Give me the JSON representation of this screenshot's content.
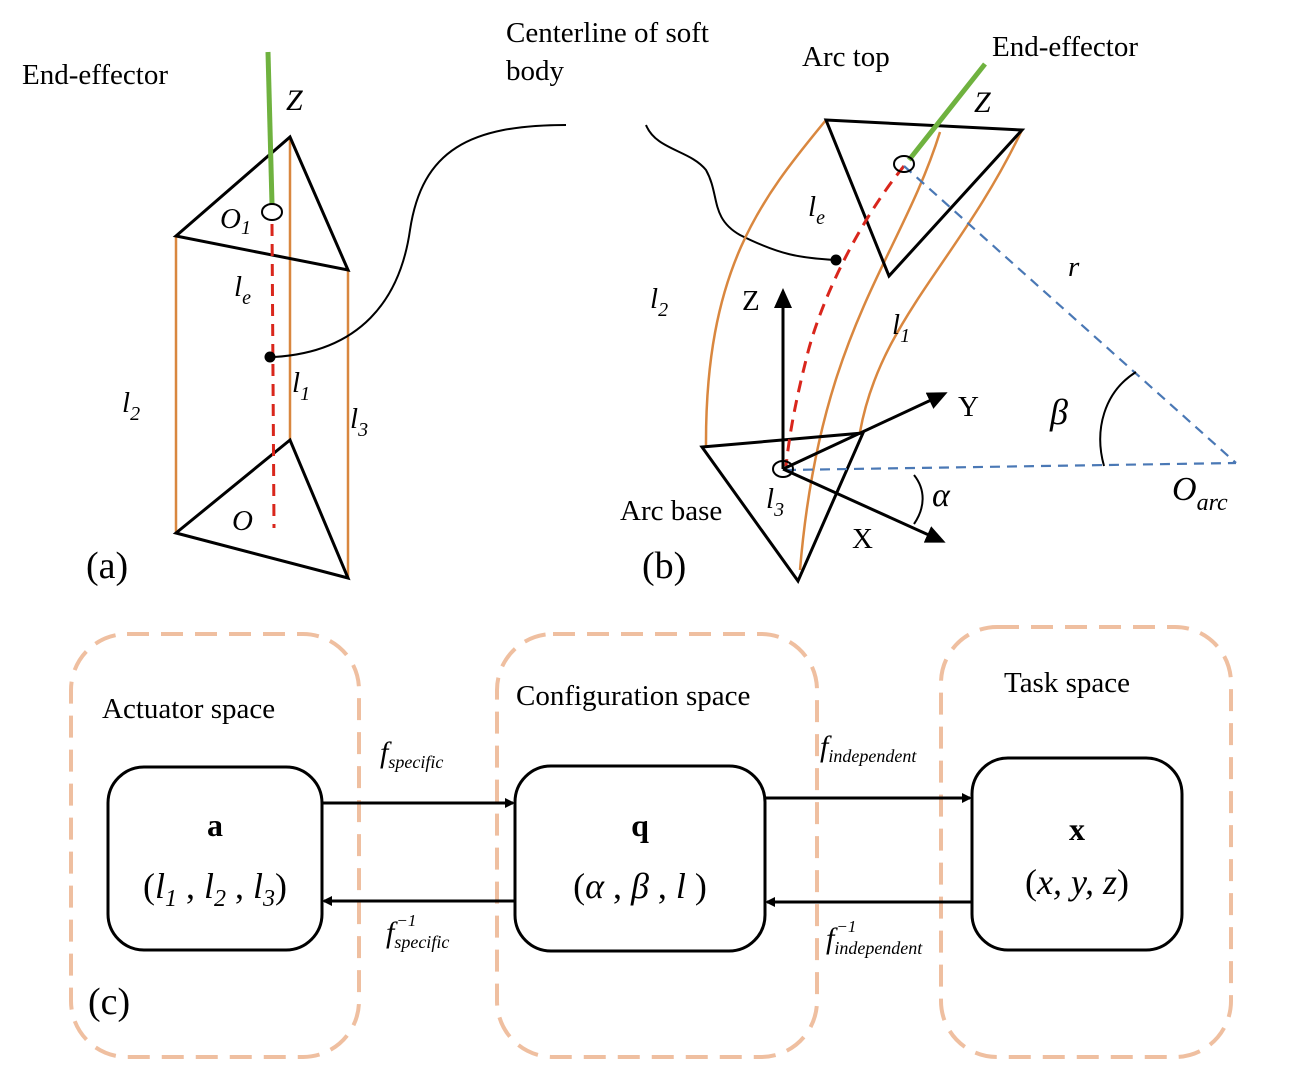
{
  "panel_a": {
    "tag": "(a)",
    "end_effector": "End-effector",
    "z": "Z",
    "o1": "O",
    "o1_sub": "1",
    "le": "l",
    "le_sub": "e",
    "l1": "l",
    "l1_sub": "1",
    "l2": "l",
    "l2_sub": "2",
    "l3": "l",
    "l3_sub": "3",
    "o": "O"
  },
  "centerline_label": [
    "Centerline of soft",
    "body"
  ],
  "panel_b": {
    "tag": "(b)",
    "arc_top": "Arc top",
    "end_effector": "End-effector",
    "z_top": "Z",
    "le": "l",
    "le_sub": "e",
    "r": "r",
    "l2": "l",
    "l2_sub": "2",
    "l1": "l",
    "l1_sub": "1",
    "axis_z": "Z",
    "axis_y": "Y",
    "axis_x": "X",
    "beta": "β",
    "alpha": "α",
    "arc_base": "Arc base",
    "l3": "l",
    "l3_sub": "3",
    "o_arc": "O",
    "o_arc_sub": "arc"
  },
  "panel_c": {
    "tag": "(c)",
    "spaces": [
      {
        "title": "Actuator space",
        "symbol": "a",
        "tuple": [
          "(",
          "l",
          "1",
          " , ",
          "l",
          "2",
          " , ",
          "l",
          "3",
          ")"
        ]
      },
      {
        "title": "Configuration space",
        "symbol": "q",
        "tuple": [
          "(",
          "α",
          " , ",
          "β",
          " , ",
          "l",
          " )"
        ]
      },
      {
        "title": "Task space",
        "symbol": "x",
        "tuple": [
          "(",
          "x, y, z",
          ")"
        ]
      }
    ],
    "arrows": {
      "f_specific": "f",
      "f_specific_sub": "specific",
      "f_specific_inv": "f",
      "f_specific_inv_sup": "−1",
      "f_specific_inv_sub": "specific",
      "f_independent": "f",
      "f_independent_sub": "independent",
      "f_independent_inv": "f",
      "f_independent_inv_sup": "−1",
      "f_independent_inv_sub": "independent"
    }
  },
  "colors": {
    "orange_line": "#d9873f",
    "dashed_red": "#d9261c",
    "dashed_blue": "#4a78b5",
    "green_effector": "#6fb23f",
    "dashed_box": "#efbfa0"
  }
}
